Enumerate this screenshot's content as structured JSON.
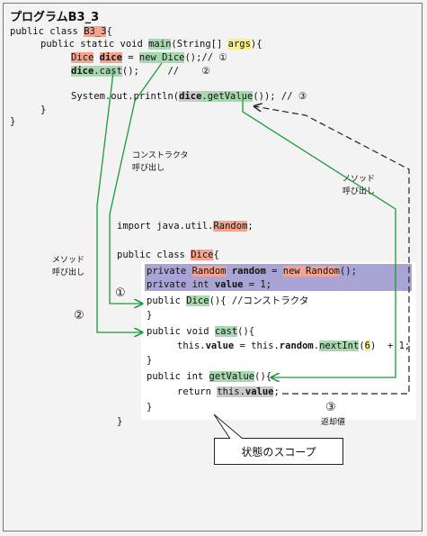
{
  "title": "プログラムB3_3",
  "main_class": {
    "line1_prefix": "public class ",
    "line1_name": "B3_3",
    "line1_suffix": "{",
    "line2_prefix": "public static void ",
    "line2_method": "main",
    "line2_mid": "(String[] ",
    "line2_args": "args",
    "line2_suffix": "){",
    "line3_type": "Dice",
    "line3_var": "dice",
    "line3_eq": " = ",
    "line3_new": "new Dice",
    "line3_suffix": "();// ①",
    "line4_var": "dice",
    "line4_call": ".cast",
    "line4_suffix": "();     //    ②",
    "line5_prefix": "System.out.println(",
    "line5_var": "dice",
    "line5_call": ".getValue",
    "line5_suffix": "()); // ③",
    "close_method": "}",
    "close_class": "}"
  },
  "notes": {
    "constructor_call": "コンストラクタ\n呼び出し",
    "method_call_right": "メソッド\n呼び出し",
    "method_call_left": "メソッド\n呼び出し",
    "return_value": "返却値"
  },
  "dice_class": {
    "import_prefix": "import java.util.",
    "import_class": "Random",
    "import_suffix": ";",
    "class_prefix": "public class ",
    "class_name": "Dice",
    "class_suffix": "{",
    "field1_prefix": "private ",
    "field1_type": "Random",
    "field1_var": "random",
    "field1_eq": " = ",
    "field1_new": "new Random",
    "field1_suffix": "();",
    "field2_prefix": "private int ",
    "field2_var": "value",
    "field2_suffix": " = 1;",
    "ctor_prefix": "public ",
    "ctor_name": "Dice",
    "ctor_suffix": "(){ //コンストラクタ",
    "ctor_close": "}",
    "cast_prefix": "public void ",
    "cast_name": "cast",
    "cast_suffix": "(){",
    "cast_body_prefix": "this.",
    "cast_body_var1": "value",
    "cast_body_mid": " = this.",
    "cast_body_var2": "random",
    "cast_body_dot": ".",
    "cast_body_call": "nextInt",
    "cast_body_paren_open": "(",
    "cast_body_arg": "6",
    "cast_body_suffix": ")  + 1;",
    "cast_close": "}",
    "get_prefix": "public int ",
    "get_name": "getValue",
    "get_suffix": "(){",
    "return_prefix": "return ",
    "return_this": "this.",
    "return_var": "value",
    "return_suffix": ";",
    "get_close": "}",
    "class_close": "}"
  },
  "markers": {
    "one": "①",
    "two": "②",
    "three": "③"
  },
  "callout": "状態のスコープ",
  "colors": {
    "highlight_red": "#f4a38f",
    "highlight_green": "#a9d7b0",
    "highlight_yellow": "#f6ef8a",
    "field_band": "#a8a4d6",
    "arrow_green": "#1a9a3a"
  }
}
